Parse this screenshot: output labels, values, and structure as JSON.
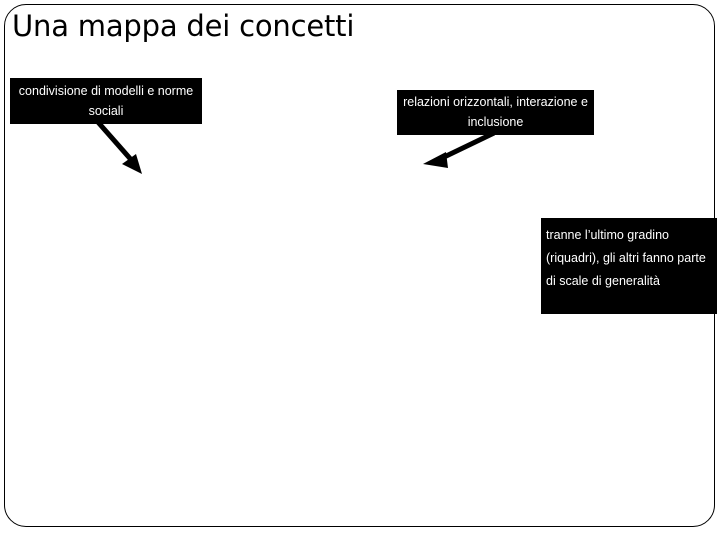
{
  "slide": {
    "title": "Una mappa dei concetti",
    "background_color": "#ffffff",
    "frame_color": "#000000",
    "box_fill_color": "#000000",
    "box_text_color": "#ffffff"
  },
  "boxes": [
    {
      "id": "modelli",
      "text": "condivisione di modelli e norme sociali",
      "align": "center"
    },
    {
      "id": "relazioni",
      "text": "relazioni orizzontali, interazione e inclusione",
      "align": "center"
    },
    {
      "id": "gradino",
      "text": "tranne l’ultimo gradino (riquadri), gli altri fanno parte di scale di generalità",
      "align": "left"
    }
  ],
  "arrows": [
    {
      "id": "arrow-from-modelli",
      "direction": "down-right"
    },
    {
      "id": "arrow-from-relazioni",
      "direction": "down-left"
    }
  ]
}
